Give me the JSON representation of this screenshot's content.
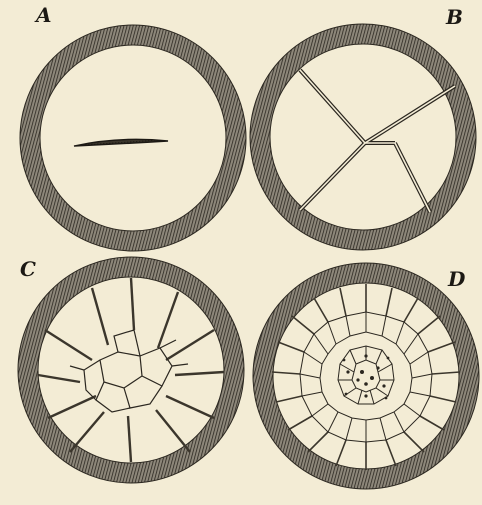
{
  "figure": {
    "panels": [
      {
        "label": "A"
      },
      {
        "label": "B"
      },
      {
        "label": "C"
      },
      {
        "label": "D"
      }
    ]
  },
  "colors": {
    "paper": "#f3ecd5",
    "ink": "#1c1914",
    "ring": "#6b655a"
  }
}
